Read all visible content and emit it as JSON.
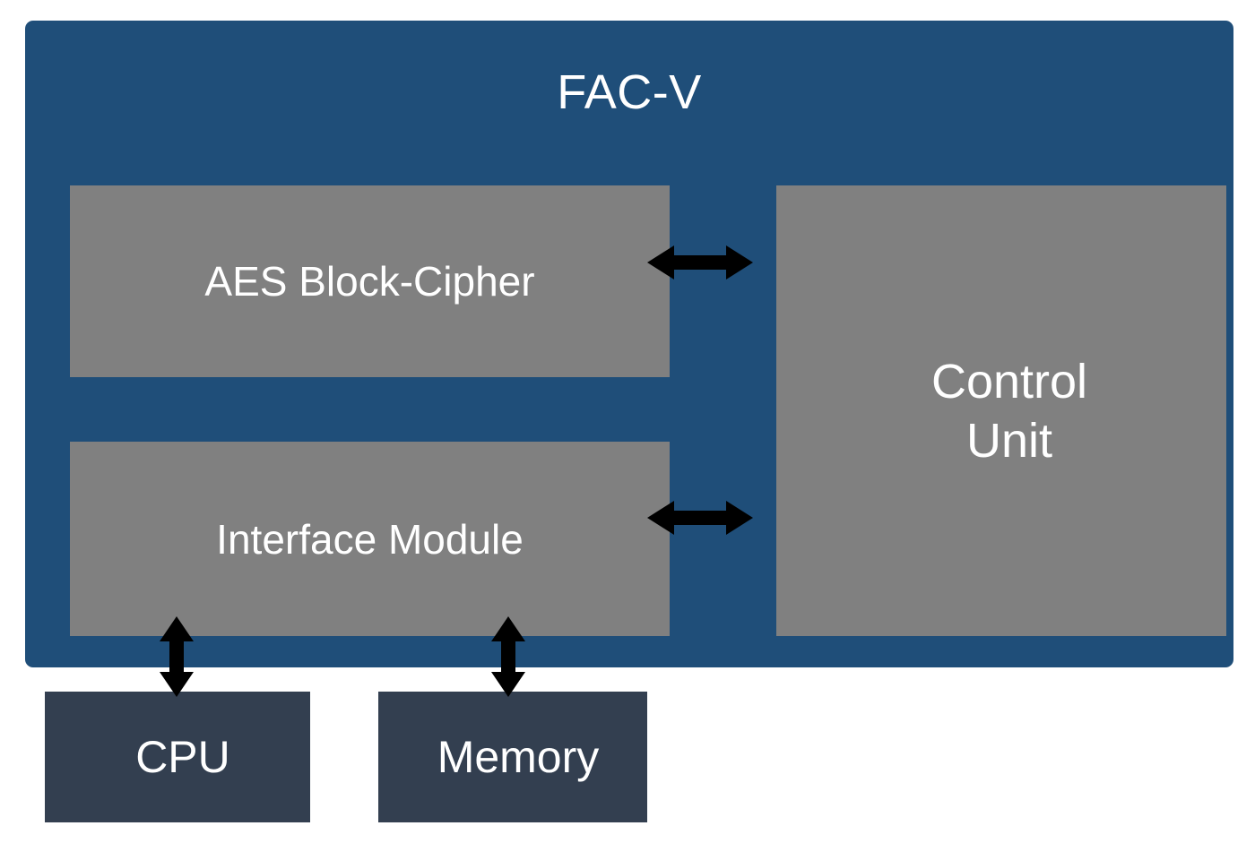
{
  "diagram": {
    "title": "FAC-V",
    "panel_color": "#1f4e79",
    "module_color": "#808080",
    "external_color": "#333f50",
    "text_color": "#ffffff",
    "arrow_color": "#000000",
    "background_color": "#ffffff",
    "modules": [
      {
        "id": "aes",
        "label": "AES Block-Cipher"
      },
      {
        "id": "interface",
        "label": "Interface Module"
      },
      {
        "id": "control",
        "label": "Control\nUnit"
      }
    ],
    "external_blocks": [
      {
        "id": "cpu",
        "label": "CPU"
      },
      {
        "id": "memory",
        "label": "Memory"
      }
    ],
    "connections": [
      {
        "id": "aes-control",
        "from": "AES Block-Cipher",
        "to": "Control Unit",
        "direction": "bidirectional",
        "orientation": "horizontal"
      },
      {
        "id": "interface-control",
        "from": "Interface Module",
        "to": "Control Unit",
        "direction": "bidirectional",
        "orientation": "horizontal"
      },
      {
        "id": "interface-cpu",
        "from": "Interface Module",
        "to": "CPU",
        "direction": "bidirectional",
        "orientation": "vertical"
      },
      {
        "id": "interface-memory",
        "from": "Interface Module",
        "to": "Memory",
        "direction": "bidirectional",
        "orientation": "vertical"
      }
    ]
  }
}
